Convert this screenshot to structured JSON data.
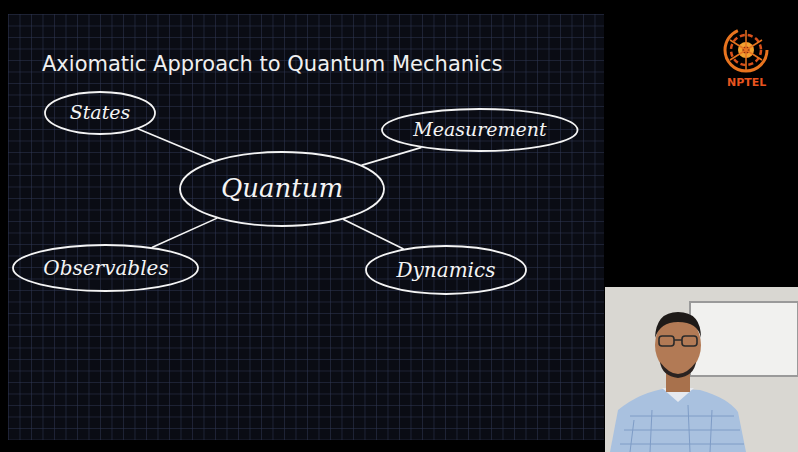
{
  "diagram": {
    "title": "Axiomatic Approach to Quantum Mechanics",
    "nodes": [
      {
        "text": [
          "States"
        ]
      },
      {
        "text": [
          "Measurement"
        ]
      },
      {
        "text": [
          "Quantum"
        ]
      },
      {
        "text": [
          "Observables"
        ]
      },
      {
        "text": [
          "Dynamics"
        ]
      }
    ],
    "edges": [
      {
        "from": 2,
        "to": 0,
        "arrow": "none"
      },
      {
        "from": 2,
        "to": 1,
        "arrow": "none"
      },
      {
        "from": 2,
        "to": 3,
        "arrow": "none"
      },
      {
        "from": 2,
        "to": 4,
        "arrow": "none"
      }
    ],
    "labels": [
      "NPTEL"
    ]
  }
}
